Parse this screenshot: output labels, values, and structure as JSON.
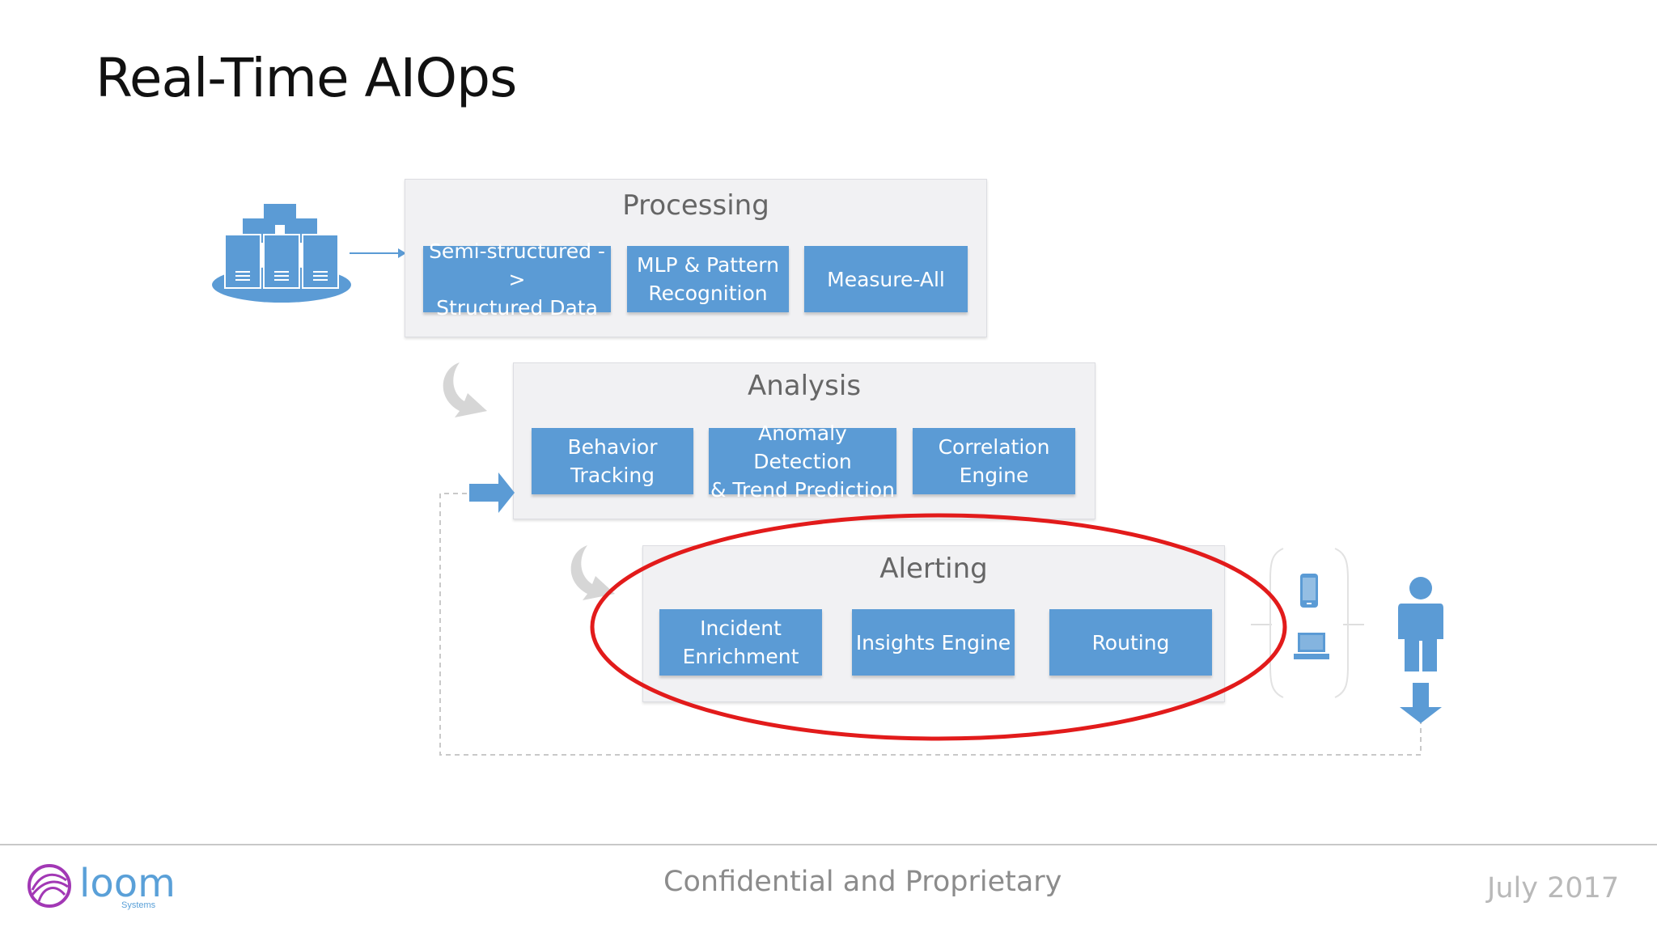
{
  "slide": {
    "title": "Real-Time AIOps"
  },
  "processing": {
    "title": "Processing",
    "boxes": [
      "Semi-structured ->\nStructured Data",
      "MLP & Pattern\nRecognition",
      "Measure-All"
    ]
  },
  "analysis": {
    "title": "Analysis",
    "boxes": [
      "Behavior\nTracking",
      "Anomaly Detection\n& Trend Prediction",
      "Correlation\nEngine"
    ]
  },
  "alerting": {
    "title": "Alerting",
    "boxes": [
      "Incident\nEnrichment",
      "Insights Engine",
      "Routing"
    ]
  },
  "highlight": {
    "color": "#e21b1b"
  },
  "footer": {
    "logo_text": "loom",
    "logo_subtext": "Systems",
    "center_text": "Confidential and Proprietary",
    "date_text": "July 2017"
  },
  "colors": {
    "box_blue": "#5b9bd5",
    "panel_bg": "#f1f1f3",
    "logo_purple": "#a238b5",
    "logo_blue": "#5aa0d8"
  },
  "icons": [
    "servers-icon",
    "curved-arrow-icon",
    "right-arrow-icon",
    "phone-icon",
    "laptop-icon",
    "person-icon",
    "down-arrow-icon",
    "loom-logo-icon"
  ]
}
